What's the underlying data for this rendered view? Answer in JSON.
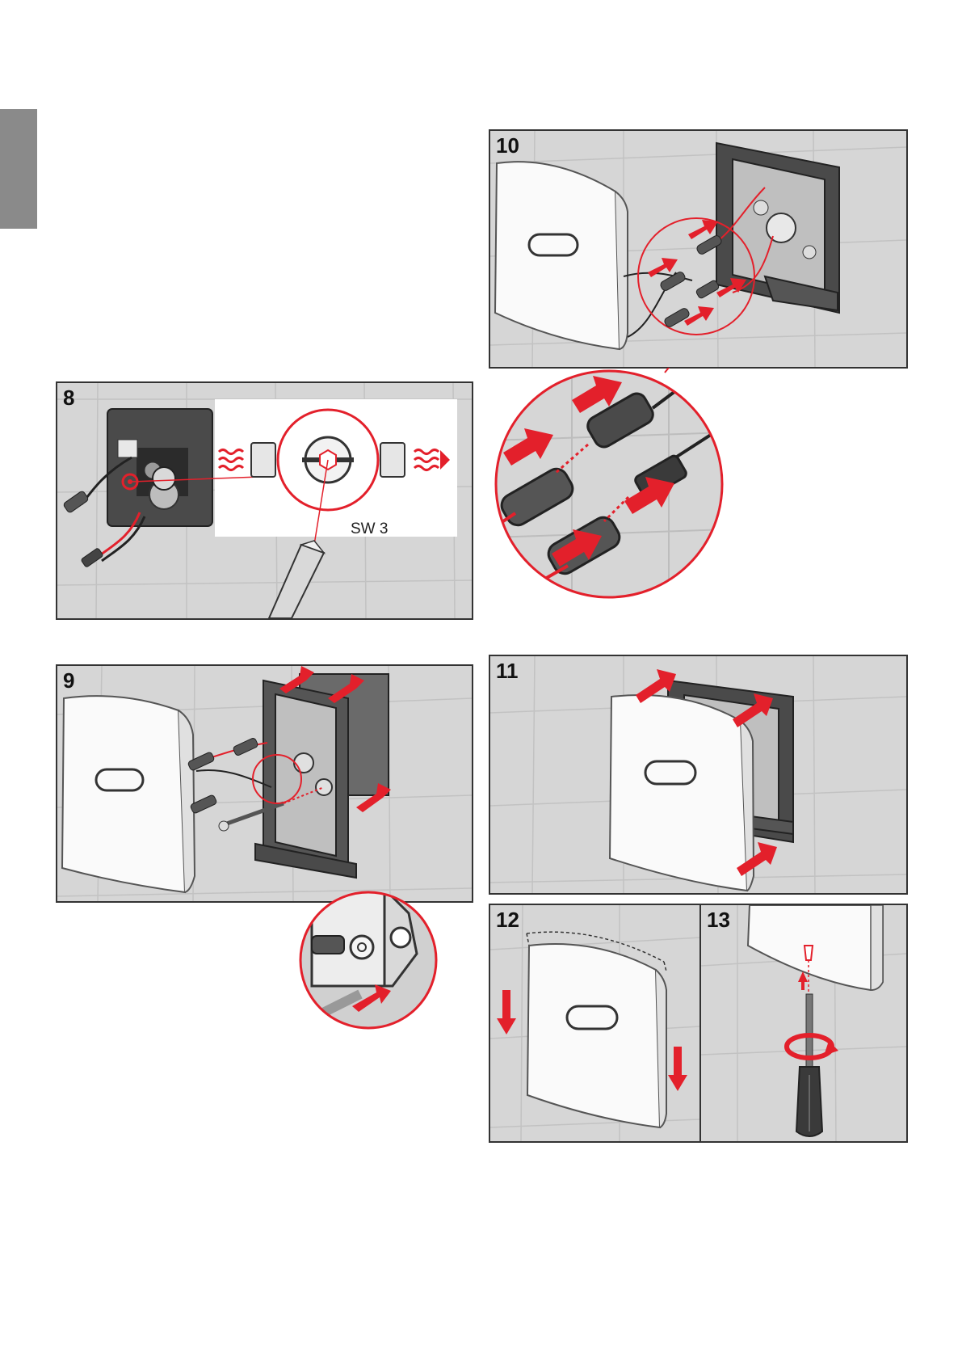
{
  "page": {
    "side_tab_color": "#8a8a8a",
    "accent_red": "#e3202b"
  },
  "steps": [
    {
      "number": "8"
    },
    {
      "number": "9"
    },
    {
      "number": "10"
    },
    {
      "number": "11"
    },
    {
      "number": "12"
    },
    {
      "number": "13"
    }
  ],
  "step8": {
    "tool_label": "SW 3"
  },
  "icons": [
    "arrow-icon",
    "cover-plate-icon",
    "mounting-frame-icon",
    "connector-icon",
    "screwdriver-icon",
    "hex-key-icon",
    "rotate-icon"
  ]
}
